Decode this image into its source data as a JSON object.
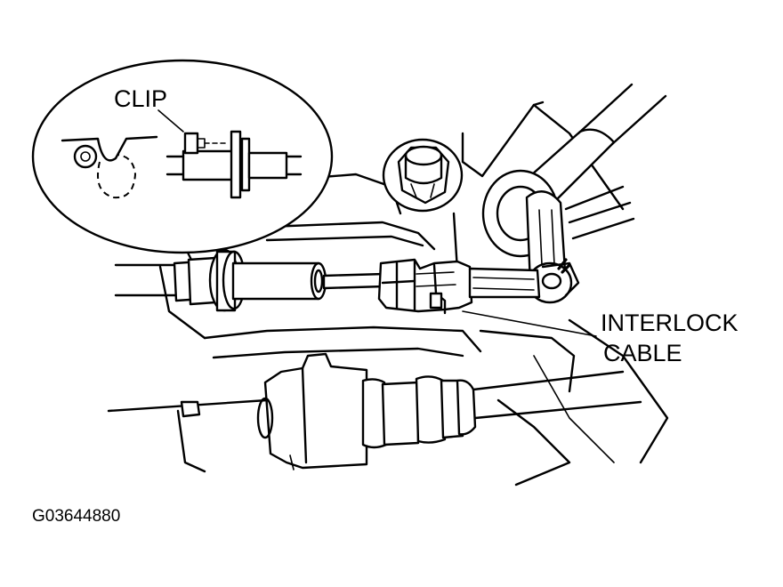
{
  "labels": {
    "clip": "CLIP",
    "interlock_line1": "INTERLOCK",
    "interlock_line2": "CABLE",
    "figure_id": "G03644880"
  }
}
